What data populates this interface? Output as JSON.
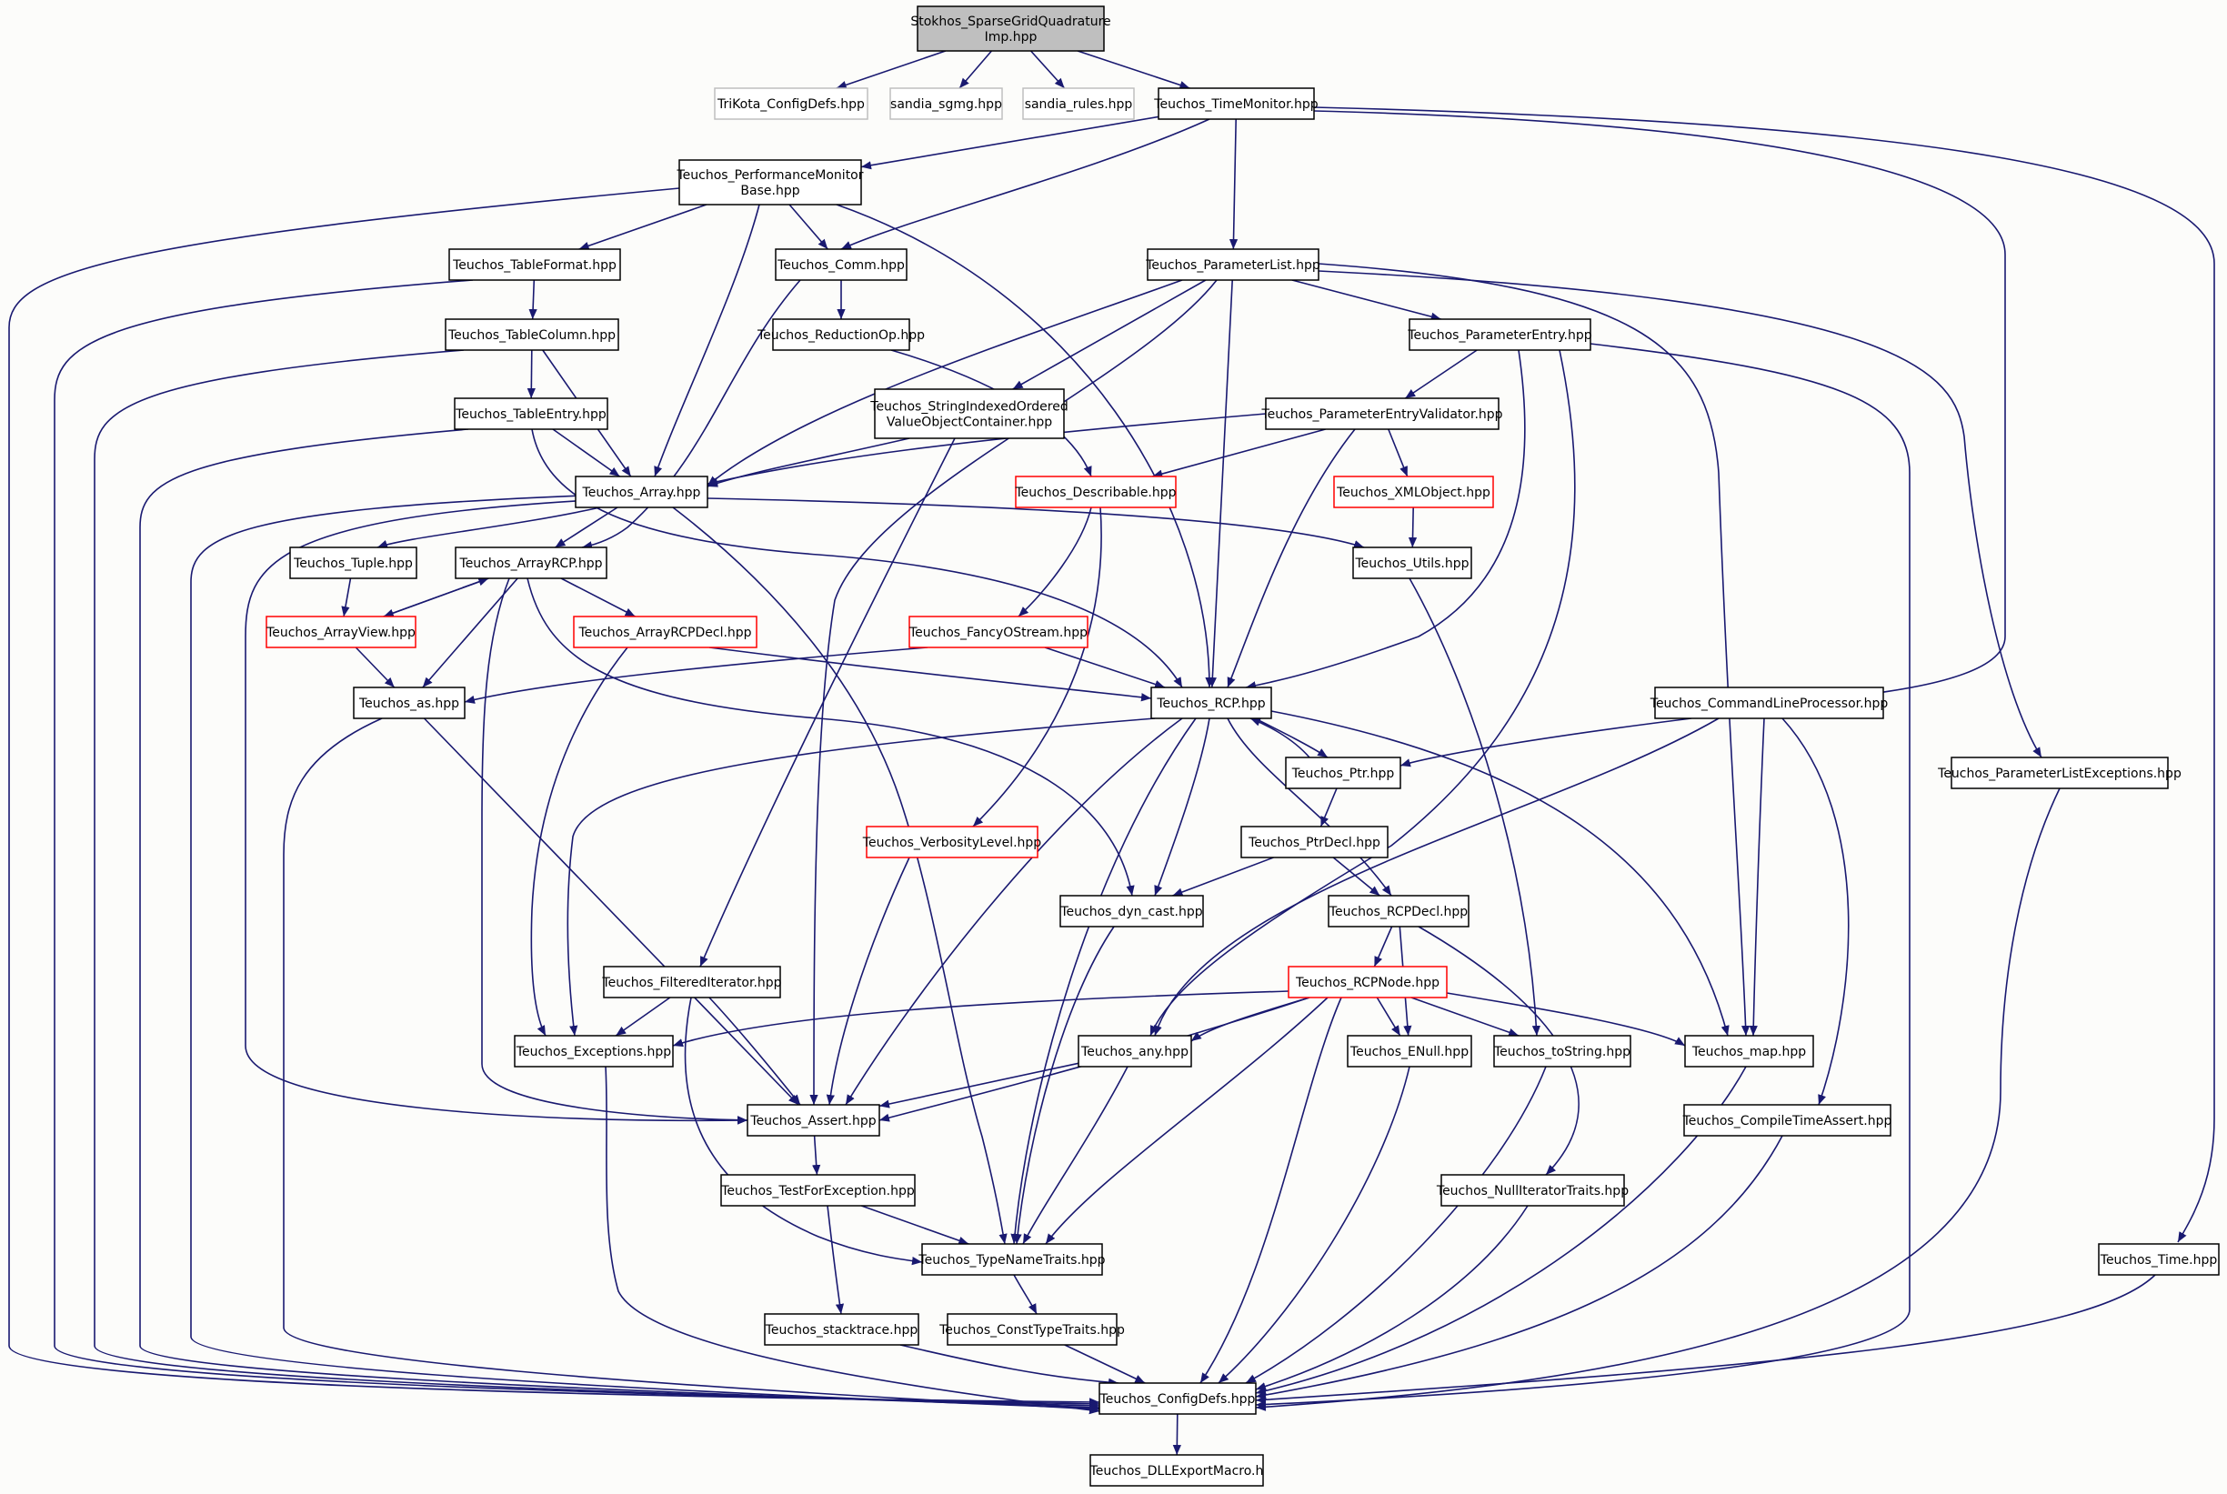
{
  "diagram": {
    "type": "include-dependency-graph",
    "colors": {
      "background": "#fcfcfa",
      "edge": "#191970",
      "root_fill": "#bfbfbf",
      "node_fill": "#ffffff",
      "node_border": "#000000",
      "external_border": "#bfbfbf",
      "truncated_border": "#ff0000",
      "external_text": "#4d4d4d"
    },
    "nodes": [
      {
        "id": "root",
        "label": "Stokhos_SparseGridQuadrature\nImp.hpp",
        "style": "root"
      },
      {
        "id": "trikota",
        "label": "TriKota_ConfigDefs.hpp",
        "style": "external"
      },
      {
        "id": "sgmg",
        "label": "sandia_sgmg.hpp",
        "style": "external"
      },
      {
        "id": "rules",
        "label": "sandia_rules.hpp",
        "style": "external"
      },
      {
        "id": "timemon",
        "label": "Teuchos_TimeMonitor.hpp",
        "style": "normal"
      },
      {
        "id": "perfbase",
        "label": "Teuchos_PerformanceMonitor\nBase.hpp",
        "style": "normal"
      },
      {
        "id": "tableformat",
        "label": "Teuchos_TableFormat.hpp",
        "style": "normal"
      },
      {
        "id": "comm",
        "label": "Teuchos_Comm.hpp",
        "style": "normal"
      },
      {
        "id": "plist",
        "label": "Teuchos_ParameterList.hpp",
        "style": "normal"
      },
      {
        "id": "tablecol",
        "label": "Teuchos_TableColumn.hpp",
        "style": "normal"
      },
      {
        "id": "redop",
        "label": "Teuchos_ReductionOp.hpp",
        "style": "normal"
      },
      {
        "id": "pentry",
        "label": "Teuchos_ParameterEntry.hpp",
        "style": "normal"
      },
      {
        "id": "tableentry",
        "label": "Teuchos_TableEntry.hpp",
        "style": "normal"
      },
      {
        "id": "strindexed",
        "label": "Teuchos_StringIndexedOrdered\nValueObjectContainer.hpp",
        "style": "normal"
      },
      {
        "id": "pevalidator",
        "label": "Teuchos_ParameterEntryValidator.hpp",
        "style": "normal"
      },
      {
        "id": "array",
        "label": "Teuchos_Array.hpp",
        "style": "normal"
      },
      {
        "id": "describable",
        "label": "Teuchos_Describable.hpp",
        "style": "truncated"
      },
      {
        "id": "xmlobject",
        "label": "Teuchos_XMLObject.hpp",
        "style": "truncated"
      },
      {
        "id": "tuple",
        "label": "Teuchos_Tuple.hpp",
        "style": "normal"
      },
      {
        "id": "arrayrcp",
        "label": "Teuchos_ArrayRCP.hpp",
        "style": "normal"
      },
      {
        "id": "utils",
        "label": "Teuchos_Utils.hpp",
        "style": "normal"
      },
      {
        "id": "arrayview",
        "label": "Teuchos_ArrayView.hpp",
        "style": "truncated"
      },
      {
        "id": "arrayrcpdecl",
        "label": "Teuchos_ArrayRCPDecl.hpp",
        "style": "truncated"
      },
      {
        "id": "fancyostream",
        "label": "Teuchos_FancyOStream.hpp",
        "style": "truncated"
      },
      {
        "id": "as",
        "label": "Teuchos_as.hpp",
        "style": "normal"
      },
      {
        "id": "rcp",
        "label": "Teuchos_RCP.hpp",
        "style": "normal"
      },
      {
        "id": "clp",
        "label": "Teuchos_CommandLineProcessor.hpp",
        "style": "normal"
      },
      {
        "id": "ptr",
        "label": "Teuchos_Ptr.hpp",
        "style": "normal"
      },
      {
        "id": "plistexc",
        "label": "Teuchos_ParameterListExceptions.hpp",
        "style": "normal"
      },
      {
        "id": "verbosity",
        "label": "Teuchos_VerbosityLevel.hpp",
        "style": "truncated"
      },
      {
        "id": "ptrdecl",
        "label": "Teuchos_PtrDecl.hpp",
        "style": "normal"
      },
      {
        "id": "dyncast",
        "label": "Teuchos_dyn_cast.hpp",
        "style": "normal"
      },
      {
        "id": "rcpdecl",
        "label": "Teuchos_RCPDecl.hpp",
        "style": "normal"
      },
      {
        "id": "filtered",
        "label": "Teuchos_FilteredIterator.hpp",
        "style": "normal"
      },
      {
        "id": "rcpnode",
        "label": "Teuchos_RCPNode.hpp",
        "style": "truncated"
      },
      {
        "id": "exceptions",
        "label": "Teuchos_Exceptions.hpp",
        "style": "normal"
      },
      {
        "id": "any",
        "label": "Teuchos_any.hpp",
        "style": "normal"
      },
      {
        "id": "enull",
        "label": "Teuchos_ENull.hpp",
        "style": "normal"
      },
      {
        "id": "tostring",
        "label": "Teuchos_toString.hpp",
        "style": "normal"
      },
      {
        "id": "map",
        "label": "Teuchos_map.hpp",
        "style": "normal"
      },
      {
        "id": "assert",
        "label": "Teuchos_Assert.hpp",
        "style": "normal"
      },
      {
        "id": "compiletime",
        "label": "Teuchos_CompileTimeAssert.hpp",
        "style": "normal"
      },
      {
        "id": "testforexc",
        "label": "Teuchos_TestForException.hpp",
        "style": "normal"
      },
      {
        "id": "nulliter",
        "label": "Teuchos_NullIteratorTraits.hpp",
        "style": "normal"
      },
      {
        "id": "typename",
        "label": "Teuchos_TypeNameTraits.hpp",
        "style": "normal"
      },
      {
        "id": "time",
        "label": "Teuchos_Time.hpp",
        "style": "normal"
      },
      {
        "id": "stacktrace",
        "label": "Teuchos_stacktrace.hpp",
        "style": "normal"
      },
      {
        "id": "consttype",
        "label": "Teuchos_ConstTypeTraits.hpp",
        "style": "normal"
      },
      {
        "id": "configdefs",
        "label": "Teuchos_ConfigDefs.hpp",
        "style": "normal"
      },
      {
        "id": "dllexport",
        "label": "Teuchos_DLLExportMacro.h",
        "style": "normal"
      }
    ],
    "edges": [
      [
        "root",
        "trikota"
      ],
      [
        "root",
        "sgmg"
      ],
      [
        "root",
        "rules"
      ],
      [
        "root",
        "timemon"
      ],
      [
        "timemon",
        "perfbase"
      ],
      [
        "timemon",
        "comm"
      ],
      [
        "timemon",
        "plist"
      ],
      [
        "timemon",
        "clp"
      ],
      [
        "timemon",
        "time"
      ],
      [
        "perfbase",
        "tableformat"
      ],
      [
        "perfbase",
        "comm"
      ],
      [
        "perfbase",
        "array"
      ],
      [
        "perfbase",
        "rcp"
      ],
      [
        "perfbase",
        "configdefs"
      ],
      [
        "tableformat",
        "tablecol"
      ],
      [
        "tableformat",
        "configdefs"
      ],
      [
        "comm",
        "redop"
      ],
      [
        "comm",
        "arrayrcp"
      ],
      [
        "plist",
        "pentry"
      ],
      [
        "plist",
        "strindexed"
      ],
      [
        "plist",
        "array"
      ],
      [
        "plist",
        "rcp"
      ],
      [
        "plist",
        "assert"
      ],
      [
        "plist",
        "map"
      ],
      [
        "plist",
        "plistexc"
      ],
      [
        "tablecol",
        "tableentry"
      ],
      [
        "tablecol",
        "array"
      ],
      [
        "tablecol",
        "configdefs"
      ],
      [
        "redop",
        "describable"
      ],
      [
        "pentry",
        "pevalidator"
      ],
      [
        "pentry",
        "rcp"
      ],
      [
        "pentry",
        "any"
      ],
      [
        "pentry",
        "configdefs"
      ],
      [
        "tableentry",
        "array"
      ],
      [
        "tableentry",
        "rcp"
      ],
      [
        "tableentry",
        "configdefs"
      ],
      [
        "strindexed",
        "array"
      ],
      [
        "strindexed",
        "filtered"
      ],
      [
        "pevalidator",
        "describable"
      ],
      [
        "pevalidator",
        "xmlobject"
      ],
      [
        "pevalidator",
        "array"
      ],
      [
        "pevalidator",
        "rcp"
      ],
      [
        "array",
        "tuple"
      ],
      [
        "array",
        "arrayrcp"
      ],
      [
        "array",
        "utils"
      ],
      [
        "array",
        "assert"
      ],
      [
        "array",
        "typename"
      ],
      [
        "array",
        "configdefs"
      ],
      [
        "describable",
        "fancyostream"
      ],
      [
        "describable",
        "verbosity"
      ],
      [
        "xmlobject",
        "utils"
      ],
      [
        "tuple",
        "arrayview"
      ],
      [
        "arrayrcp",
        "arrayview"
      ],
      [
        "arrayrcp",
        "arrayrcpdecl"
      ],
      [
        "arrayrcp",
        "as"
      ],
      [
        "arrayrcp",
        "assert"
      ],
      [
        "arrayrcp",
        "dyncast"
      ],
      [
        "arrayview",
        "arrayrcp"
      ],
      [
        "arrayview",
        "as"
      ],
      [
        "utils",
        "tostring"
      ],
      [
        "arrayrcpdecl",
        "rcp"
      ],
      [
        "arrayrcpdecl",
        "exceptions"
      ],
      [
        "fancyostream",
        "rcp"
      ],
      [
        "fancyostream",
        "as"
      ],
      [
        "as",
        "assert"
      ],
      [
        "as",
        "configdefs"
      ],
      [
        "rcp",
        "ptr"
      ],
      [
        "rcp",
        "rcpdecl"
      ],
      [
        "rcp",
        "dyncast"
      ],
      [
        "rcp",
        "assert"
      ],
      [
        "rcp",
        "exceptions"
      ],
      [
        "rcp",
        "typename"
      ],
      [
        "rcp",
        "map"
      ],
      [
        "ptr",
        "rcp"
      ],
      [
        "ptr",
        "ptrdecl"
      ],
      [
        "clp",
        "ptr"
      ],
      [
        "clp",
        "map"
      ],
      [
        "clp",
        "any"
      ],
      [
        "clp",
        "compiletime"
      ],
      [
        "plistexc",
        "configdefs"
      ],
      [
        "verbosity",
        "assert"
      ],
      [
        "ptrdecl",
        "dyncast"
      ],
      [
        "ptrdecl",
        "rcpdecl"
      ],
      [
        "dyncast",
        "typename"
      ],
      [
        "rcpdecl",
        "rcpnode"
      ],
      [
        "rcpdecl",
        "enull"
      ],
      [
        "rcpdecl",
        "nulliter"
      ],
      [
        "filtered",
        "exceptions"
      ],
      [
        "filtered",
        "assert"
      ],
      [
        "filtered",
        "typename"
      ],
      [
        "rcpnode",
        "exceptions"
      ],
      [
        "rcpnode",
        "any"
      ],
      [
        "rcpnode",
        "enull"
      ],
      [
        "rcpnode",
        "tostring"
      ],
      [
        "rcpnode",
        "map"
      ],
      [
        "rcpnode",
        "assert"
      ],
      [
        "rcpnode",
        "typename"
      ],
      [
        "rcpnode",
        "configdefs"
      ],
      [
        "exceptions",
        "configdefs"
      ],
      [
        "any",
        "assert"
      ],
      [
        "any",
        "typename"
      ],
      [
        "enull",
        "configdefs"
      ],
      [
        "tostring",
        "configdefs"
      ],
      [
        "map",
        "configdefs"
      ],
      [
        "assert",
        "testforexc"
      ],
      [
        "compiletime",
        "configdefs"
      ],
      [
        "testforexc",
        "typename"
      ],
      [
        "testforexc",
        "stacktrace"
      ],
      [
        "nulliter",
        "configdefs"
      ],
      [
        "typename",
        "consttype"
      ],
      [
        "time",
        "configdefs"
      ],
      [
        "stacktrace",
        "configdefs"
      ],
      [
        "consttype",
        "configdefs"
      ],
      [
        "configdefs",
        "dllexport"
      ]
    ]
  }
}
